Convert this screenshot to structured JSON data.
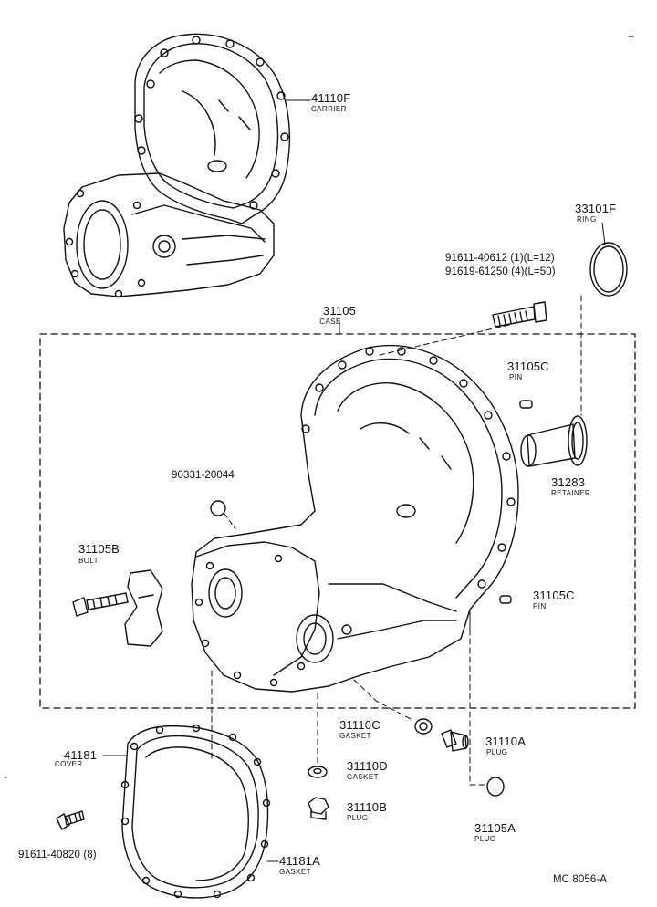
{
  "diagram_id": "MC 8056-A",
  "parts": {
    "carrier": {
      "number": "41110F",
      "name": "CARRIER"
    },
    "ring": {
      "number": "33101F",
      "name": "RING"
    },
    "bolt_line_1": "91611-40612 (1)(L=12)",
    "bolt_line_2": "91619-61250 (4)(L=50)",
    "case": {
      "number": "31105",
      "name": "CASE"
    },
    "pin_upper": {
      "number": "31105C",
      "name": "PIN"
    },
    "retainer": {
      "number": "31283",
      "name": "RETAINER"
    },
    "washer": {
      "number": "90331-20044"
    },
    "bolt": {
      "number": "31105B",
      "name": "BOLT"
    },
    "pin_lower": {
      "number": "31105C",
      "name": "PIN"
    },
    "gasket_c": {
      "number": "31110C",
      "name": "GASKET"
    },
    "plug_a": {
      "number": "31110A",
      "name": "PLUG"
    },
    "cover": {
      "number": "41181",
      "name": "COVER"
    },
    "gasket_d": {
      "number": "31110D",
      "name": "GASKET"
    },
    "plug_b": {
      "number": "31110B",
      "name": "PLUG"
    },
    "plug_105a": {
      "number": "31105A",
      "name": "PLUG"
    },
    "cover_bolt": {
      "number": "91611-40820 (8)"
    },
    "cover_gasket": {
      "number": "41181A",
      "name": "GASKET"
    }
  }
}
